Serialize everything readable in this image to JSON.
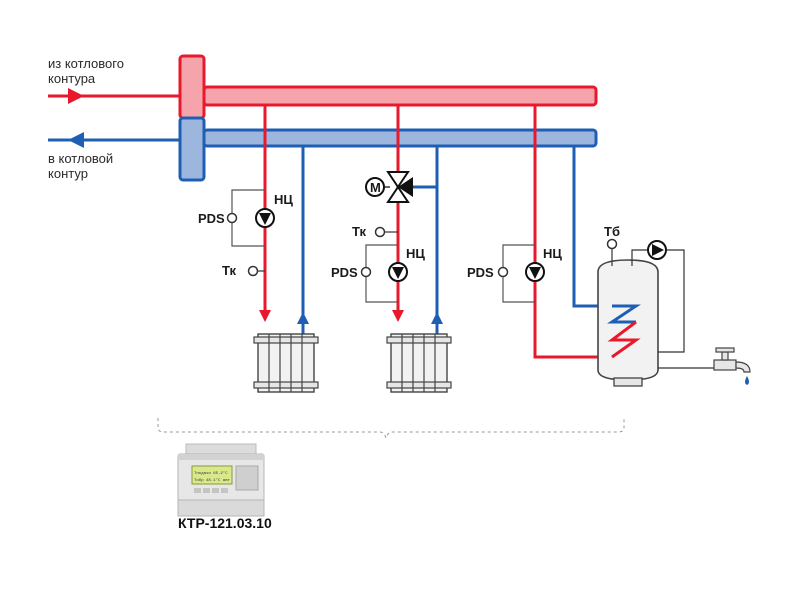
{
  "labels": {
    "from_boiler_line1": "из котлового",
    "from_boiler_line2": "контура",
    "to_boiler_line1": "в котловой",
    "to_boiler_line2": "контур",
    "pds": "PDS",
    "pump": "НЦ",
    "tk": "Тк",
    "tb": "Тб",
    "motor": "М",
    "device_model": "КТР-121.03.10",
    "device_screen_line1": "Тподачи 65.2°C",
    "device_screen_line2": "Тобр 48.1°C  авт"
  },
  "colors": {
    "hot": "#e8192c",
    "cold": "#1e5fb4",
    "hot_header_fill": "#f6a4ab",
    "cold_header_fill": "#9db6de",
    "outline": "#333333"
  }
}
